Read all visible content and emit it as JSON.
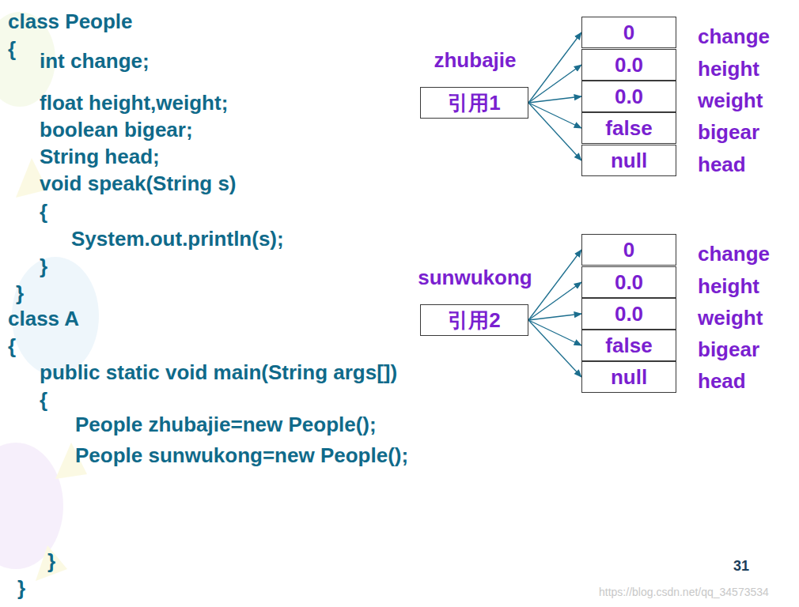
{
  "diagram": {
    "nodes": [
      {
        "text": [
          "zhubajie",
          "引用1"
        ]
      },
      {
        "text": [
          "0",
          "change"
        ]
      },
      {
        "text": [
          "0.0",
          "height"
        ]
      },
      {
        "text": [
          "0.0",
          "weight"
        ]
      },
      {
        "text": [
          "false",
          "bigear"
        ]
      },
      {
        "text": [
          "null",
          "head"
        ]
      },
      {
        "text": [
          "sunwukong",
          "引用2"
        ]
      },
      {
        "text": [
          "0",
          "change"
        ]
      },
      {
        "text": [
          "0.0",
          "height"
        ]
      },
      {
        "text": [
          "0.0",
          "weight"
        ]
      },
      {
        "text": [
          "false",
          "bigear"
        ]
      },
      {
        "text": [
          "null",
          "head"
        ]
      }
    ],
    "edges": [
      {
        "from": 0,
        "to": 1,
        "arrow": "to"
      },
      {
        "from": 0,
        "to": 2,
        "arrow": "to"
      },
      {
        "from": 0,
        "to": 3,
        "arrow": "to"
      },
      {
        "from": 0,
        "to": 4,
        "arrow": "to"
      },
      {
        "from": 0,
        "to": 5,
        "arrow": "to"
      },
      {
        "from": 6,
        "to": 7,
        "arrow": "to"
      },
      {
        "from": 6,
        "to": 8,
        "arrow": "to"
      },
      {
        "from": 6,
        "to": 9,
        "arrow": "to"
      },
      {
        "from": 6,
        "to": 10,
        "arrow": "to"
      },
      {
        "from": 6,
        "to": 11,
        "arrow": "to"
      }
    ],
    "labels": [
      "class People",
      "{",
      "int change;",
      "float height,weight;",
      "boolean bigear;",
      "String head;",
      "void speak(String s)",
      "{",
      "System.out.println(s);",
      "}",
      "}",
      "class A",
      "{",
      "public static void main(String args[])",
      "{",
      "People zhubajie=new People();",
      "People sunwukong=new People();",
      "}",
      "}",
      "31",
      "https://blog.csdn.net/qq_34573534"
    ]
  }
}
